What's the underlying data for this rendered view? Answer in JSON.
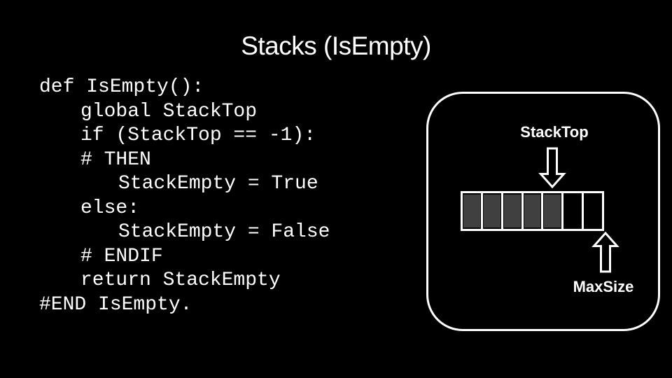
{
  "slide": {
    "title": "Stacks (IsEmpty)"
  },
  "code": {
    "lines": [
      {
        "indent": 0,
        "text": "def IsEmpty():"
      },
      {
        "indent": 1,
        "text": "global StackTop"
      },
      {
        "indent": 1,
        "text": "if (StackTop == -1):"
      },
      {
        "indent": 1,
        "text": "# THEN"
      },
      {
        "indent": 2,
        "text": "StackEmpty = True"
      },
      {
        "indent": 1,
        "text": "else:"
      },
      {
        "indent": 2,
        "text": "StackEmpty = False"
      },
      {
        "indent": 1,
        "text": "# ENDIF"
      },
      {
        "indent": 1,
        "text": "return StackEmpty"
      },
      {
        "indent": 0,
        "text": "#END IsEmpty."
      }
    ]
  },
  "diagram": {
    "stack_top_label": "StackTop",
    "max_size_label": "MaxSize",
    "array": {
      "total_cells": 7,
      "filled_cells": 5
    },
    "colors": {
      "filled_cell": "#404040",
      "outline": "#ffffff",
      "background": "#000000"
    }
  }
}
